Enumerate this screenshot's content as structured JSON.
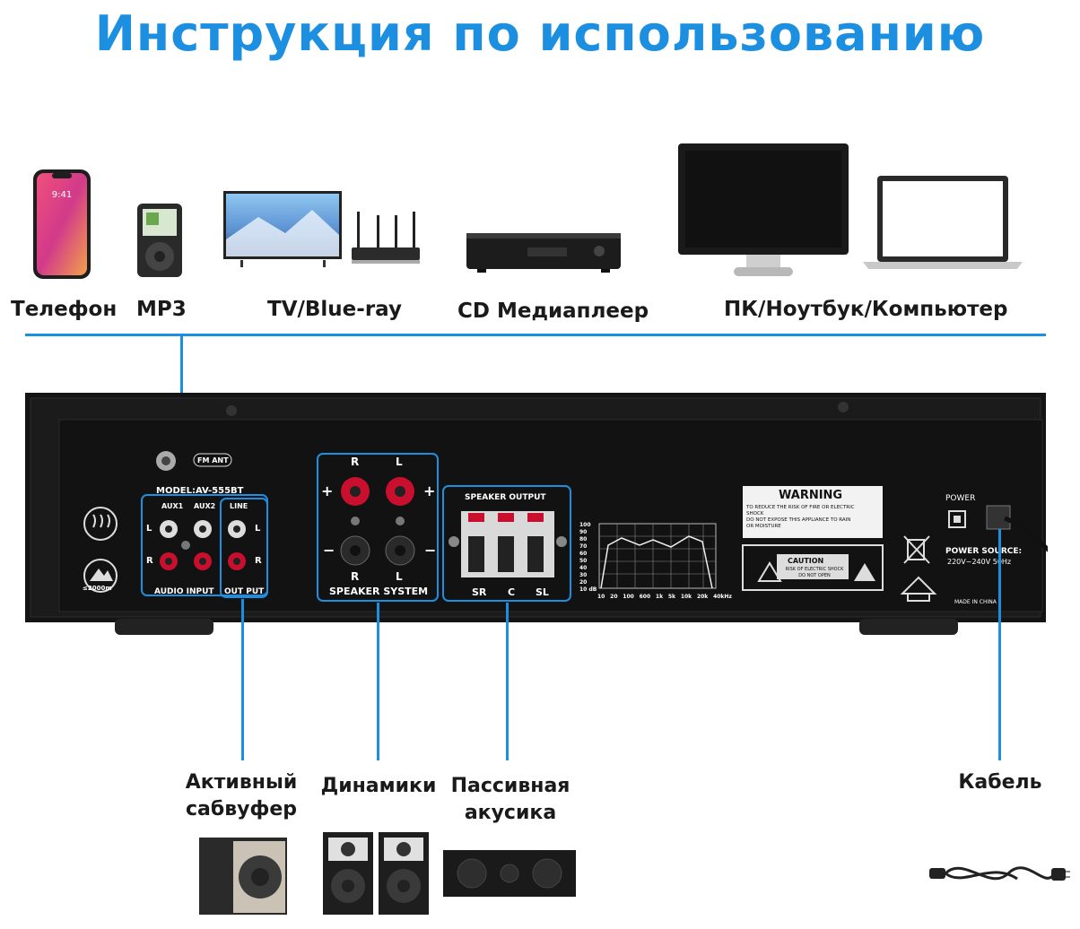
{
  "title": "Инструкция по использованию",
  "devices": {
    "phone": "Телефон",
    "mp3": "MP3",
    "tv": "TV/Blue-ray",
    "cd": "CD Медиаплеер",
    "pc": "ПК/Ноутбук/Компьютер"
  },
  "panel": {
    "fm_ant": "FM ANT",
    "model": "MODEL:AV-555BT",
    "aux1": "AUX1",
    "aux2": "AUX2",
    "line": "LINE",
    "l": "L",
    "r": "R",
    "audio_input": "AUDIO INPUT",
    "output": "OUT PUT",
    "plus": "+",
    "minus": "−",
    "speaker_system": "SPEAKER SYSTEM",
    "speaker_output": "SPEAKER OUTPUT",
    "sr": "SR",
    "c": "C",
    "sl": "SL",
    "warning": "WARNING",
    "warning_text_1": "TO REDUCE THE RISK OF FIRE OR ELECTRIC",
    "warning_text_2": "SHOCK",
    "warning_text_3": "DO NOT EXPOSE THIS APPLIANCE TO RAIN",
    "warning_text_4": "OR MOISTURE",
    "caution": "CAUTION",
    "caution_text_1": "RISK OF ELECTRIC SHOCK",
    "caution_text_2": "DO NOT OPEN",
    "power": "POWER",
    "power_source": "POWER SOURCE:",
    "power_value": "220V~240V 50Hz",
    "made_in": "MADE IN CHINA",
    "altitude": "≤2000m",
    "eq_y_ticks": [
      "100",
      "90",
      "80",
      "70",
      "60",
      "50",
      "40",
      "30",
      "20",
      "10 dB"
    ],
    "eq_x_ticks": [
      "10",
      "20",
      "100",
      "600",
      "1k",
      "5k",
      "10k",
      "20k",
      "40kHz"
    ]
  },
  "outputs": {
    "subwoofer": "Активный сабвуфер",
    "speakers": "Динамики",
    "passive": "Пассивная акусика",
    "cable": "Кабель"
  },
  "colors": {
    "accent": "#1d8fe0",
    "panel": "#141414",
    "terminal_red": "#c8102e"
  }
}
